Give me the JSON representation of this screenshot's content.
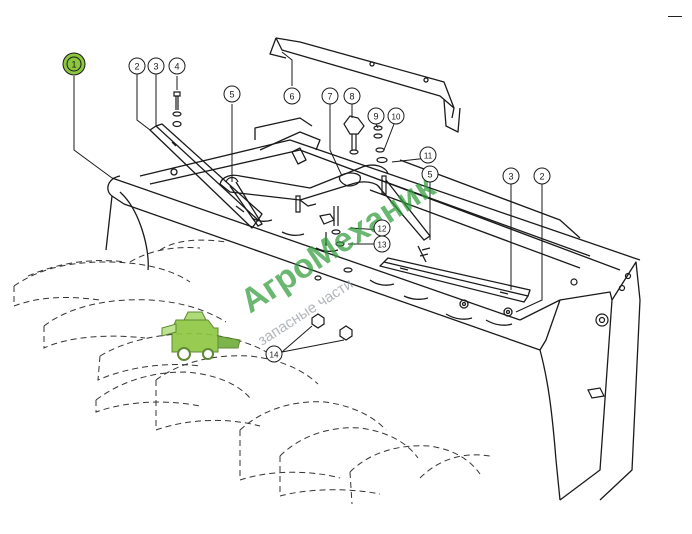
{
  "callouts": [
    {
      "label": "1",
      "highlight": true
    },
    {
      "label": "2"
    },
    {
      "label": "3"
    },
    {
      "label": "4"
    },
    {
      "label": "5"
    },
    {
      "label": "6"
    },
    {
      "label": "7"
    },
    {
      "label": "8"
    },
    {
      "label": "9"
    },
    {
      "label": "10"
    },
    {
      "label": "11"
    },
    {
      "label": "12"
    },
    {
      "label": "13"
    },
    {
      "label": "14"
    },
    {
      "label": "3"
    },
    {
      "label": "2"
    },
    {
      "label": "5"
    }
  ],
  "watermark": {
    "title": "АгроМеханик",
    "subtitle": "запасные части",
    "title_color": "#2e9b3a",
    "subtitle_color": "#9aa0a6",
    "icon": "combine-harvester-icon"
  },
  "colors": {
    "line": "#1a1a1a",
    "callout_highlight": "#8cc63f"
  }
}
